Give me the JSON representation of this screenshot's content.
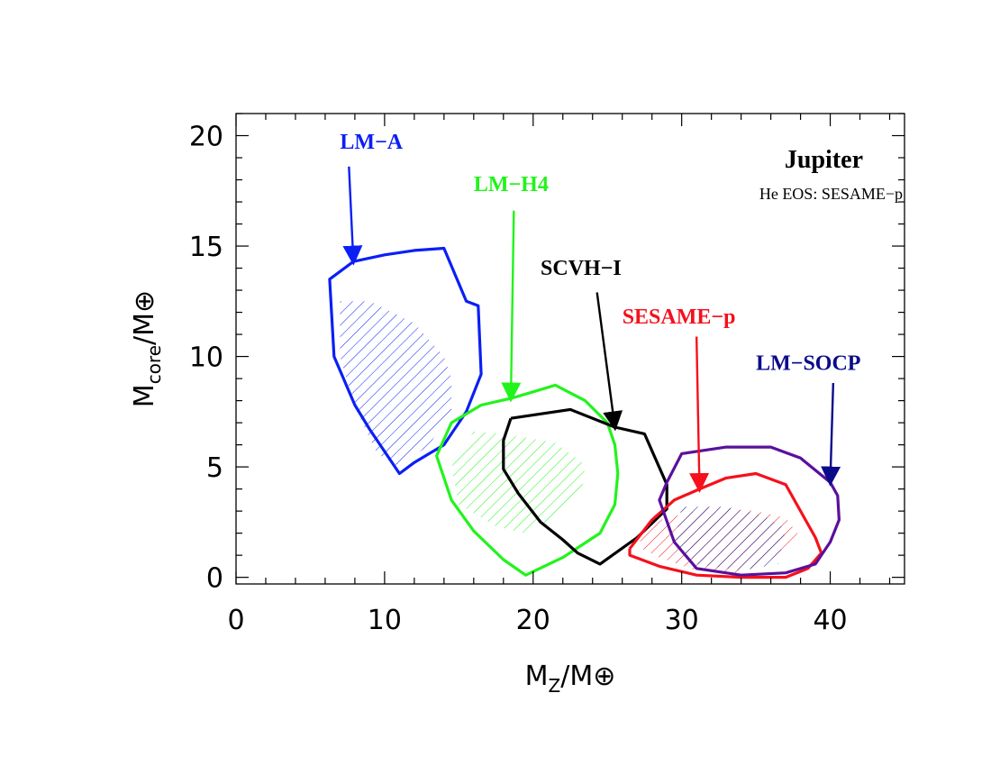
{
  "chart_data": {
    "type": "scatter",
    "xlabel": {
      "main": "M",
      "sub": "Z",
      "rest": "/M⊕"
    },
    "ylabel": {
      "main": "M",
      "sub": "core",
      "rest": "/M⊕"
    },
    "xlim": [
      0,
      45
    ],
    "ylim": [
      -0.3,
      21
    ],
    "x_ticks": [
      0,
      10,
      20,
      30,
      40
    ],
    "y_ticks": [
      0,
      5,
      10,
      15,
      20
    ],
    "x_minor_step": 2,
    "y_minor_step": 1,
    "grid": false,
    "annotation": {
      "title": "Jupiter",
      "subtitle": "He EOS: SESAME−p"
    },
    "series": [
      {
        "name": "LM−A",
        "color": "#0b1ff5",
        "label_at": [
          7.0,
          19.4
        ],
        "arrow_from": [
          7.6,
          18.6
        ],
        "arrow_to": [
          7.9,
          14.3
        ],
        "contour": [
          [
            7.9,
            14.3
          ],
          [
            10,
            14.6
          ],
          [
            12,
            14.8
          ],
          [
            14,
            14.9
          ],
          [
            15.5,
            12.5
          ],
          [
            16.3,
            12.3
          ],
          [
            16.5,
            9.2
          ],
          [
            15.5,
            7.5
          ],
          [
            14,
            6
          ],
          [
            12,
            5.2
          ],
          [
            11,
            4.7
          ],
          [
            10,
            5.7
          ],
          [
            9,
            6.7
          ],
          [
            8,
            7.8
          ],
          [
            6.6,
            10
          ],
          [
            6.3,
            13.5
          ],
          [
            7.9,
            14.3
          ]
        ],
        "hatch": [
          [
            7,
            12.5
          ],
          [
            9,
            12.5
          ],
          [
            12,
            11.5
          ],
          [
            14,
            10
          ],
          [
            14.5,
            9
          ],
          [
            14.5,
            7.5
          ],
          [
            13,
            6
          ],
          [
            11,
            5
          ],
          [
            9.5,
            5.6
          ],
          [
            8,
            7.7
          ],
          [
            7,
            10
          ]
        ]
      },
      {
        "name": "LM−H4",
        "color": "#22f31c",
        "label_at": [
          16.0,
          17.5
        ],
        "arrow_from": [
          18.7,
          16.6
        ],
        "arrow_to": [
          18.5,
          8.1
        ],
        "contour": [
          [
            18.5,
            8.1
          ],
          [
            20,
            8.4
          ],
          [
            21.5,
            8.7
          ],
          [
            23.5,
            8
          ],
          [
            25,
            7
          ],
          [
            25.5,
            6
          ],
          [
            25.7,
            4.7
          ],
          [
            25.5,
            3.3
          ],
          [
            24.5,
            2
          ],
          [
            22,
            0.9
          ],
          [
            19.5,
            0.1
          ],
          [
            18,
            0.8
          ],
          [
            16,
            2.1
          ],
          [
            14.5,
            3.5
          ],
          [
            13.5,
            5.5
          ],
          [
            14.5,
            7
          ],
          [
            16.5,
            7.8
          ],
          [
            18.5,
            8.1
          ]
        ],
        "hatch": [
          [
            16,
            6.6
          ],
          [
            18,
            6.5
          ],
          [
            21.5,
            6.1
          ],
          [
            23.5,
            5.1
          ],
          [
            23.3,
            4
          ],
          [
            21,
            2.5
          ],
          [
            19.5,
            2
          ],
          [
            17.5,
            2.3
          ],
          [
            15,
            3.3
          ],
          [
            14.5,
            5
          ]
        ]
      },
      {
        "name": "SCVH−I",
        "color": "#000000",
        "label_at": [
          20.5,
          13.7
        ],
        "arrow_from": [
          24.3,
          12.9
        ],
        "arrow_to": [
          25.5,
          6.8
        ],
        "contour": [
          [
            18.5,
            7.2
          ],
          [
            20.5,
            7.4
          ],
          [
            22.5,
            7.6
          ],
          [
            25.5,
            6.8
          ],
          [
            27.5,
            6.5
          ],
          [
            29,
            4.2
          ],
          [
            29,
            3.1
          ],
          [
            27,
            1.8
          ],
          [
            24.5,
            0.6
          ],
          [
            23,
            1.1
          ],
          [
            22,
            1.7
          ],
          [
            20.5,
            2.5
          ],
          [
            19,
            3.8
          ],
          [
            18,
            4.9
          ],
          [
            18,
            6.2
          ],
          [
            18.5,
            7.2
          ]
        ],
        "hatch": []
      },
      {
        "name": "SESAME−p",
        "color": "#f5101c",
        "label_at": [
          26.0,
          11.5
        ],
        "arrow_from": [
          31.0,
          10.9
        ],
        "arrow_to": [
          31.2,
          4.0
        ],
        "contour": [
          [
            26.5,
            1.3
          ],
          [
            28,
            2.6
          ],
          [
            29.5,
            3.5
          ],
          [
            31.2,
            4.0
          ],
          [
            33,
            4.5
          ],
          [
            35,
            4.7
          ],
          [
            37,
            4.2
          ],
          [
            38,
            3
          ],
          [
            39,
            1.8
          ],
          [
            39.4,
            1.1
          ],
          [
            38.5,
            0.4
          ],
          [
            37,
            0
          ],
          [
            34,
            0
          ],
          [
            31,
            0.1
          ],
          [
            28.5,
            0.5
          ],
          [
            26.5,
            1
          ],
          [
            26.5,
            1.3
          ]
        ],
        "hatch": [
          [
            28,
            2.5
          ],
          [
            32,
            3.2
          ],
          [
            35,
            3
          ],
          [
            37,
            2.7
          ],
          [
            38,
            1.8
          ],
          [
            36,
            0.8
          ],
          [
            34,
            0.2
          ],
          [
            31,
            0.3
          ],
          [
            28.5,
            0.9
          ],
          [
            27,
            1.4
          ]
        ]
      },
      {
        "name": "LM−SOCP",
        "color": "#0b0b8a",
        "label_at": [
          35.0,
          9.4
        ],
        "arrow_from": [
          40.2,
          8.8
        ],
        "arrow_to": [
          40.0,
          4.3
        ],
        "contour": [
          [
            40,
            4.3
          ],
          [
            40.5,
            3.7
          ],
          [
            40.6,
            2.6
          ],
          [
            40,
            1.6
          ],
          [
            39,
            0.6
          ],
          [
            37,
            0.2
          ],
          [
            34,
            0.1
          ],
          [
            31,
            0.4
          ],
          [
            29.5,
            1.6
          ],
          [
            28.5,
            3.5
          ],
          [
            29,
            4.3
          ],
          [
            30,
            5.6
          ],
          [
            33,
            5.9
          ],
          [
            36,
            5.9
          ],
          [
            38,
            5.4
          ],
          [
            40,
            4.3
          ]
        ],
        "contour_color": "#5a109b",
        "hatch": [
          [
            30,
            3.2
          ],
          [
            33,
            3.2
          ],
          [
            35.5,
            2.8
          ],
          [
            37,
            2.2
          ],
          [
            36.5,
            0.6
          ],
          [
            34,
            0.3
          ],
          [
            31,
            0.6
          ],
          [
            29.5,
            1.6
          ]
        ]
      }
    ]
  }
}
